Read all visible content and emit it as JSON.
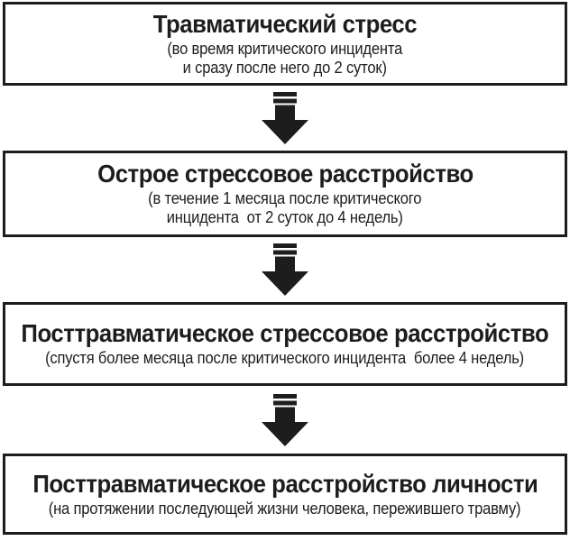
{
  "flowchart": {
    "boxes": [
      {
        "title": "Травматический стресс",
        "subtitle": "(во время критического инцидента\nи сразу после него до 2 суток)"
      },
      {
        "title": "Острое стрессовое расстройство",
        "subtitle": "(в течение 1 месяца после критического\nинцидента  от 2 суток до 4 недель)"
      },
      {
        "title": "Посттравматическое стрессовое расстройство",
        "subtitle": "(спустя более месяца после критического инцидента  более 4 недель)"
      },
      {
        "title": "Посттравматическое расстройство личности",
        "subtitle": "(на протяжении последующей жизни человека, пережившего травму)"
      }
    ],
    "arrow_icon": "thick-striped-down-arrow",
    "colors": {
      "ink": "#1d1d1d",
      "background": "#ffffff"
    }
  }
}
